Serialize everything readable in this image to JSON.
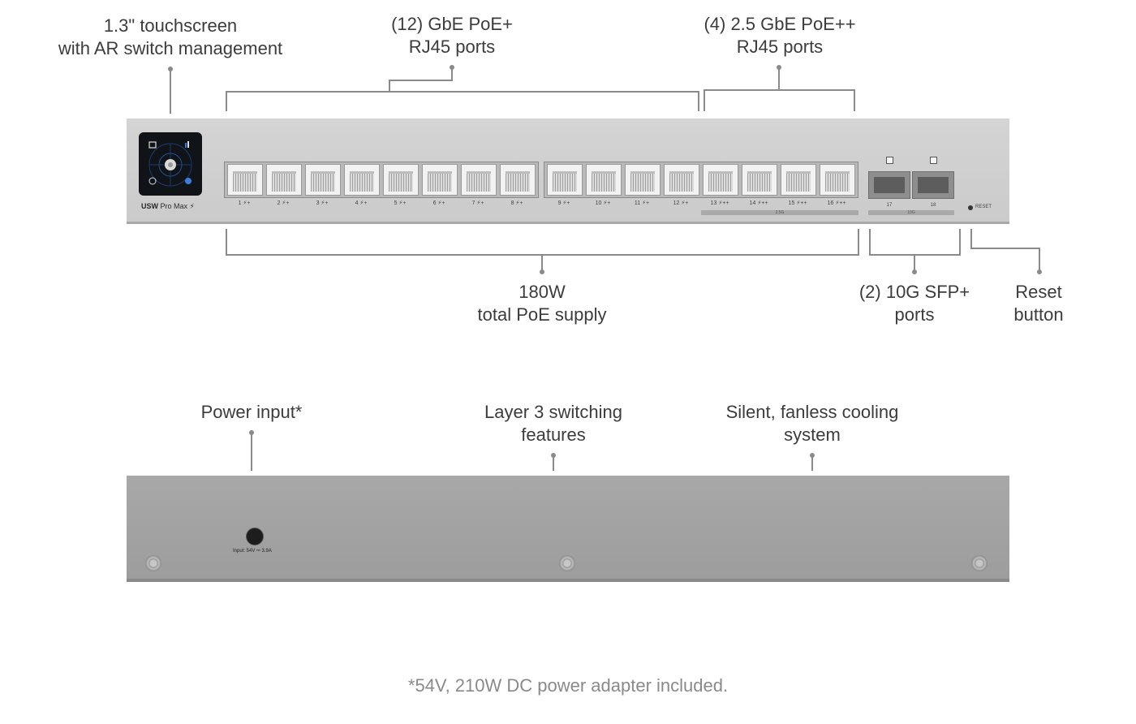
{
  "callouts": {
    "touchscreen": [
      "1.3\" touchscreen",
      "with AR switch management"
    ],
    "gbe_ports": [
      "(12) GbE PoE+",
      "RJ45 ports"
    ],
    "ports_25g": [
      "(4) 2.5 GbE PoE++",
      "RJ45 ports"
    ],
    "poe_supply": [
      "180W",
      "total PoE supply"
    ],
    "sfp_ports": [
      "(2) 10G SFP+",
      "ports"
    ],
    "reset": [
      "Reset",
      "button"
    ],
    "power_input": [
      "Power input*"
    ],
    "layer3": [
      "Layer 3 switching",
      "features"
    ],
    "cooling": [
      "Silent, fanless cooling",
      "system"
    ]
  },
  "device": {
    "model_name": "USW",
    "model_suffix": "Pro Max",
    "port_labels": [
      "1",
      "2",
      "3",
      "4",
      "5",
      "6",
      "7",
      "8",
      "9",
      "10",
      "11",
      "12",
      "13",
      "14",
      "15",
      "16"
    ],
    "band_25g": "2.5G",
    "sfp_labels": [
      "17",
      "18"
    ],
    "band_10g": "10G",
    "reset_label": "RESET",
    "power_rating": "Input: 54V ⎓ 3.9A"
  },
  "footnote": "*54V, 210W DC power adapter included."
}
